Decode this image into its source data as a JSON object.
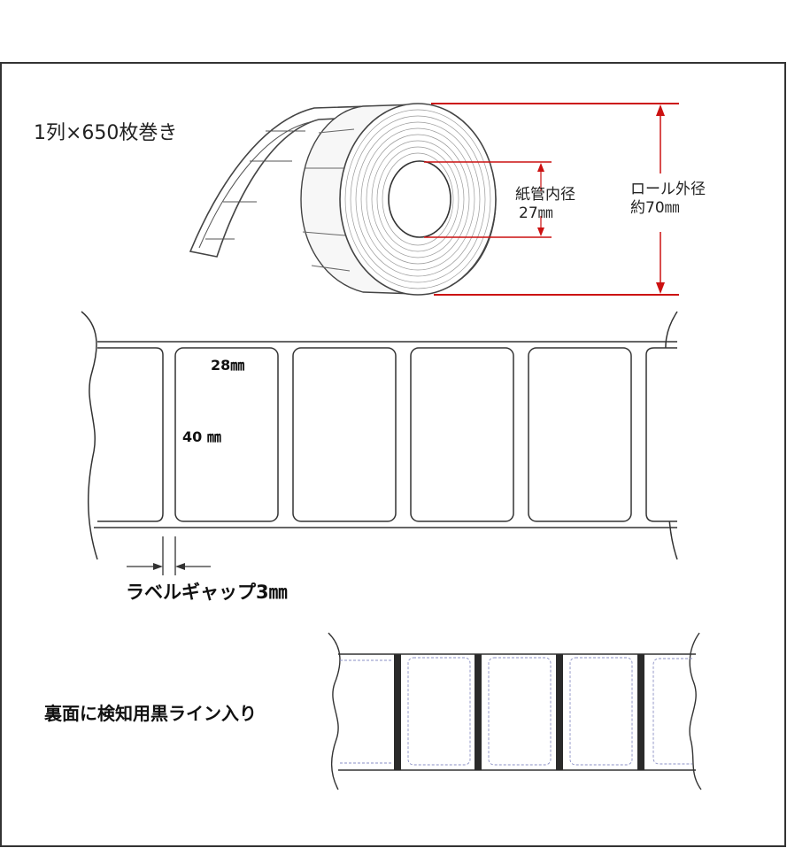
{
  "roll": {
    "count_label": "1列×650枚巻き",
    "core_label_line1": "紙管内径",
    "core_label_line2": "27㎜",
    "outer_label_line1": "ロール外径",
    "outer_label_line2": "約70㎜"
  },
  "label_strip": {
    "width_label": "28㎜",
    "height_label": "40 ㎜",
    "gap_label": "ラベルギャップ3㎜"
  },
  "back_side": {
    "note": "裏面に検知用黒ライン入り"
  },
  "colors": {
    "dimension_line": "#cc1111",
    "outline": "#333333",
    "black_mark": "#2a2a2a",
    "dashed_guide": "#8a8fc4"
  }
}
